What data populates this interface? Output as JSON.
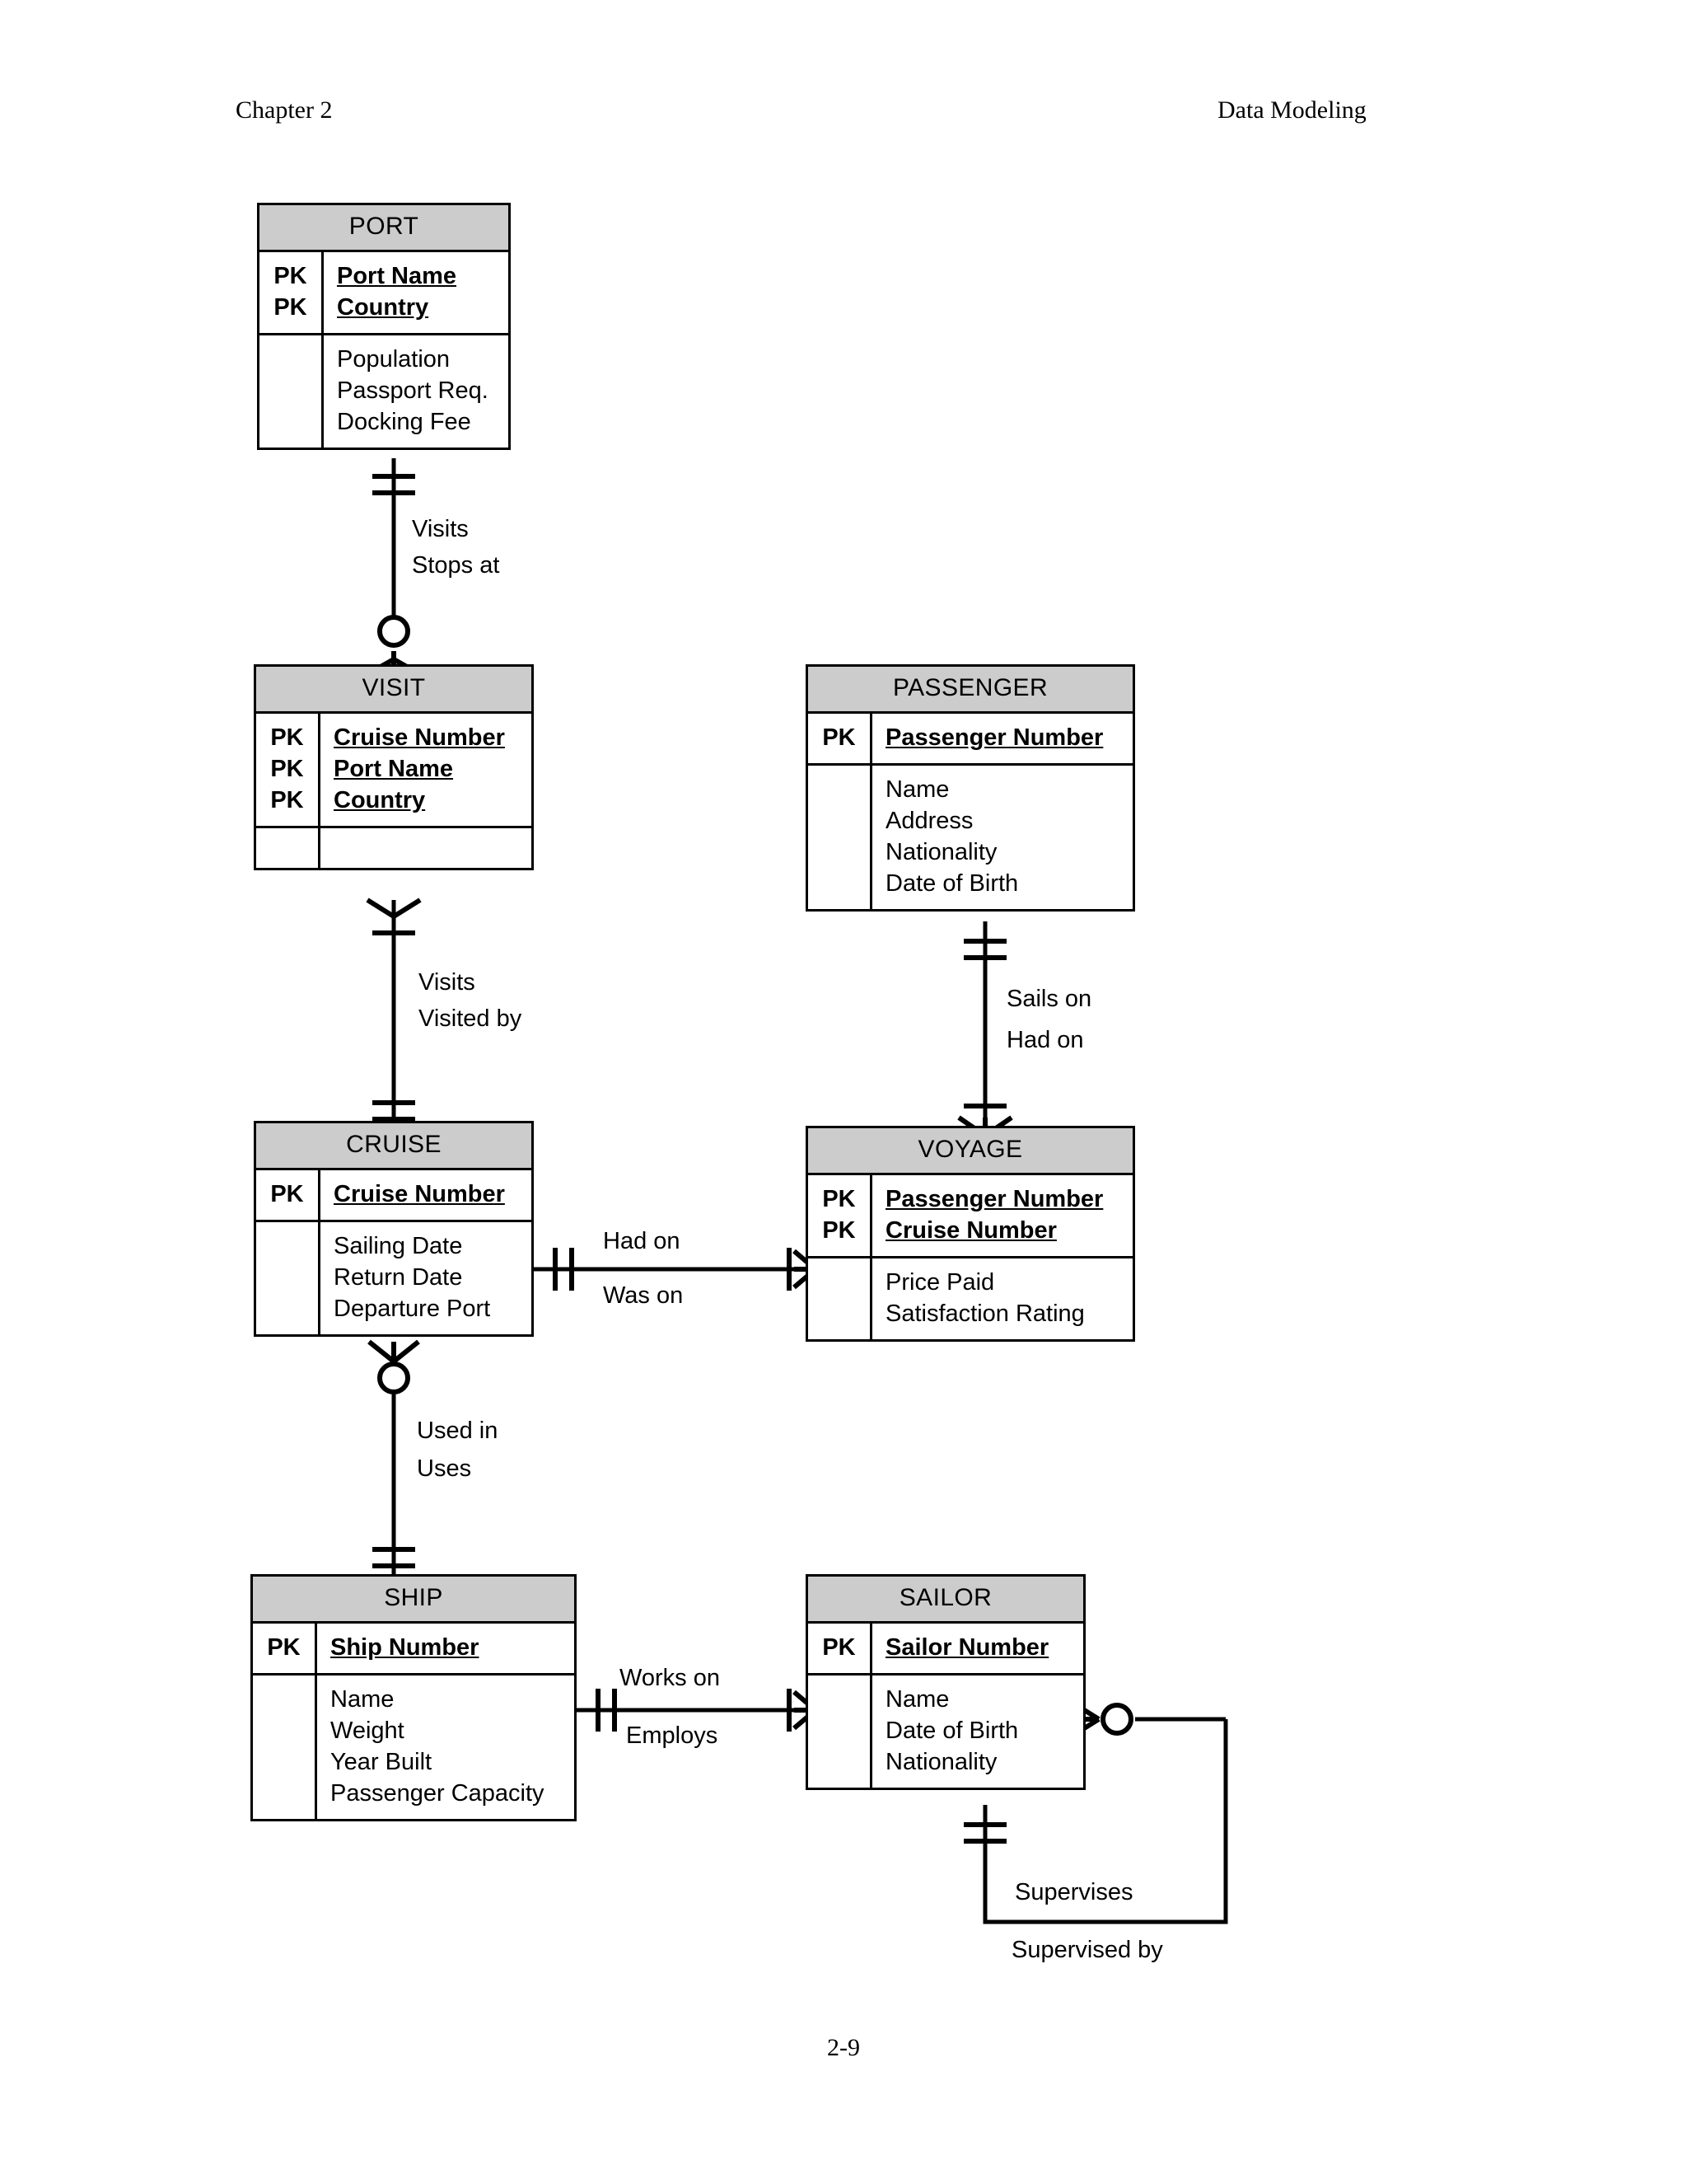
{
  "page": {
    "header_left": "Chapter 2",
    "header_right": "Data Modeling",
    "footer": "2-9"
  },
  "diagram": {
    "type": "entity-relationship-diagram",
    "notation": "crow's foot (IE)",
    "key_marker": "PK",
    "header_fill": "#cccccc",
    "line_color": "#000000",
    "entities": [
      {
        "id": "port",
        "title": "PORT",
        "keys": [
          "PK",
          "PK"
        ],
        "key_attributes": [
          "Port Name",
          "Country"
        ],
        "attributes": [
          "Population",
          "Passport Req.",
          "Docking Fee"
        ]
      },
      {
        "id": "visit",
        "title": "VISIT",
        "keys": [
          "PK",
          "PK",
          "PK"
        ],
        "key_attributes": [
          "Cruise Number",
          "Port Name",
          "Country"
        ],
        "attributes": []
      },
      {
        "id": "passenger",
        "title": "PASSENGER",
        "keys": [
          "PK"
        ],
        "key_attributes": [
          "Passenger Number"
        ],
        "attributes": [
          "Name",
          "Address",
          "Nationality",
          "Date of Birth"
        ]
      },
      {
        "id": "cruise",
        "title": "CRUISE",
        "keys": [
          "PK"
        ],
        "key_attributes": [
          "Cruise Number"
        ],
        "attributes": [
          "Sailing Date",
          "Return Date",
          "Departure Port"
        ]
      },
      {
        "id": "voyage",
        "title": "VOYAGE",
        "keys": [
          "PK",
          "PK"
        ],
        "key_attributes": [
          "Passenger Number",
          "Cruise Number"
        ],
        "attributes": [
          "Price Paid",
          "Satisfaction Rating"
        ]
      },
      {
        "id": "ship",
        "title": "SHIP",
        "keys": [
          "PK"
        ],
        "key_attributes": [
          "Ship Number"
        ],
        "attributes": [
          "Name",
          "Weight",
          "Year Built",
          "Passenger Capacity"
        ]
      },
      {
        "id": "sailor",
        "title": "SAILOR",
        "keys": [
          "PK"
        ],
        "key_attributes": [
          "Sailor Number"
        ],
        "attributes": [
          "Name",
          "Date of Birth",
          "Nationality"
        ]
      }
    ],
    "relationships": [
      {
        "id": "port-visit",
        "from": "PORT",
        "to": "VISIT",
        "forward_label": "Visits",
        "reverse_label": "Stops at",
        "from_cardinality": "exactly-one",
        "to_cardinality": "zero-or-many"
      },
      {
        "id": "visit-cruise",
        "from": "VISIT",
        "to": "CRUISE",
        "forward_label": "Visits",
        "reverse_label": "Visited by",
        "from_cardinality": "one-or-many",
        "to_cardinality": "exactly-one"
      },
      {
        "id": "passenger-voyage",
        "from": "PASSENGER",
        "to": "VOYAGE",
        "forward_label": "Sails on",
        "reverse_label": "Had on",
        "from_cardinality": "exactly-one",
        "to_cardinality": "one-or-many"
      },
      {
        "id": "cruise-voyage",
        "from": "CRUISE",
        "to": "VOYAGE",
        "forward_label": "Had on",
        "reverse_label": "Was on",
        "from_cardinality": "exactly-one",
        "to_cardinality": "one-or-many"
      },
      {
        "id": "cruise-ship",
        "from": "CRUISE",
        "to": "SHIP",
        "forward_label": "Used in",
        "reverse_label": "Uses",
        "from_cardinality": "zero-or-many",
        "to_cardinality": "exactly-one"
      },
      {
        "id": "ship-sailor",
        "from": "SHIP",
        "to": "SAILOR",
        "forward_label": "Works on",
        "reverse_label": "Employs",
        "from_cardinality": "exactly-one",
        "to_cardinality": "one-or-many"
      },
      {
        "id": "sailor-sailor",
        "from": "SAILOR",
        "to": "SAILOR",
        "forward_label": "Supervises",
        "reverse_label": "Supervised by",
        "from_cardinality": "exactly-one",
        "to_cardinality": "zero-or-many"
      }
    ]
  }
}
